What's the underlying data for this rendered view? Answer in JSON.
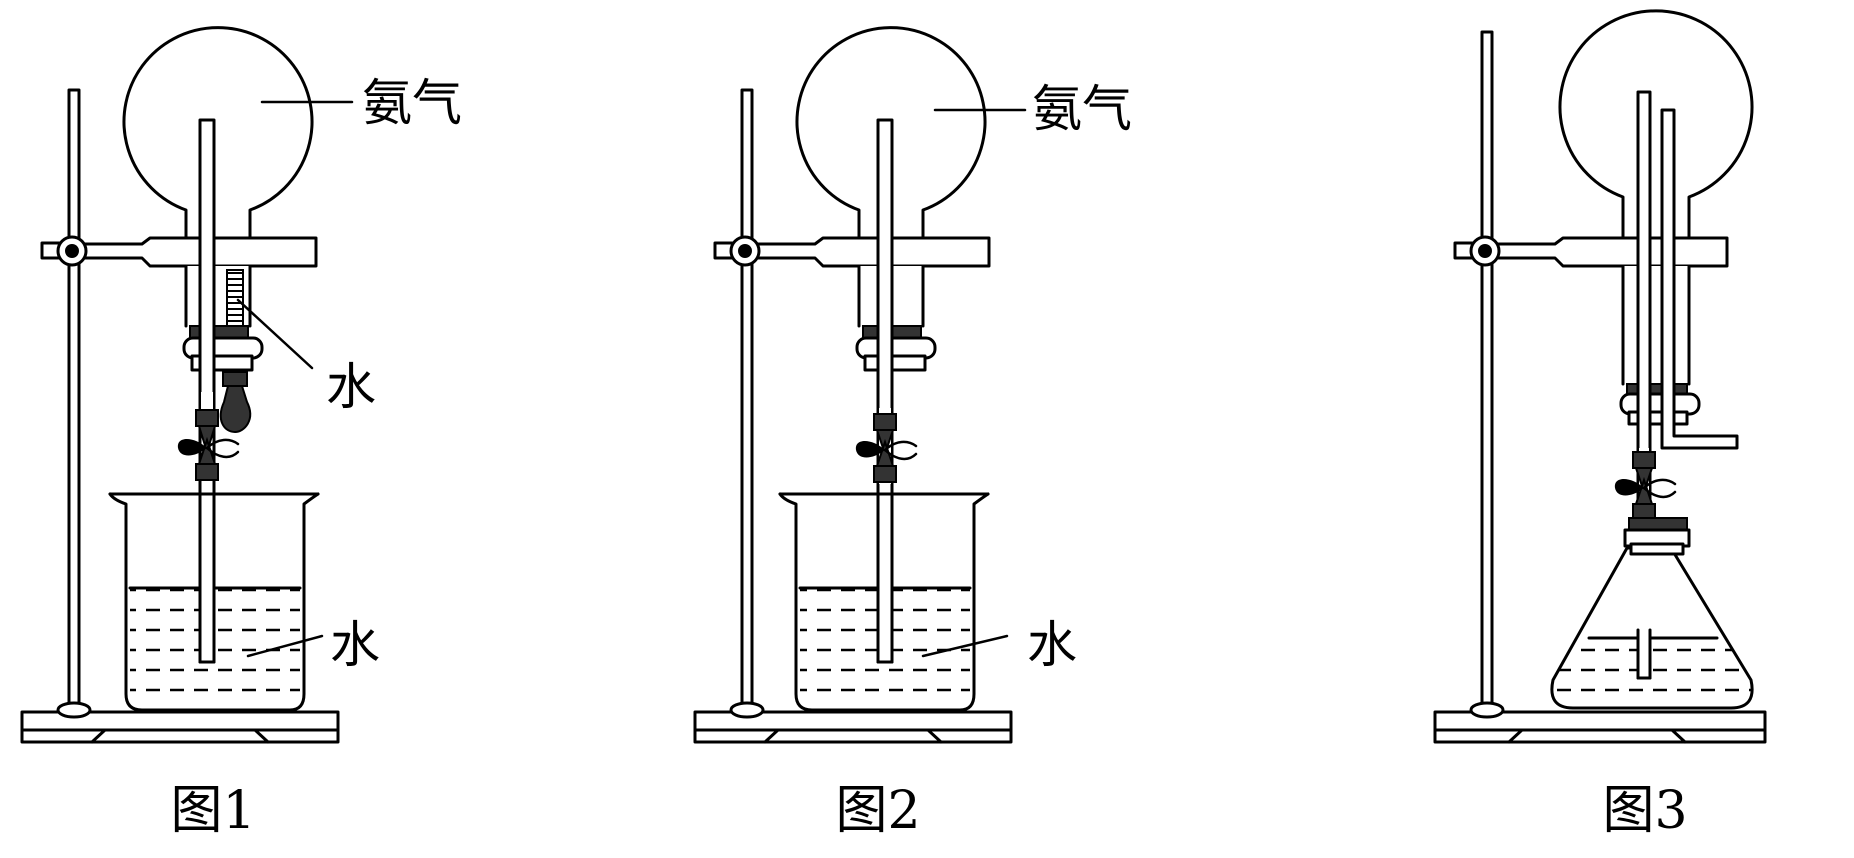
{
  "labels": {
    "ammonia": "氨气",
    "water": "水"
  },
  "captions": [
    "图1",
    "图2",
    "图3"
  ]
}
